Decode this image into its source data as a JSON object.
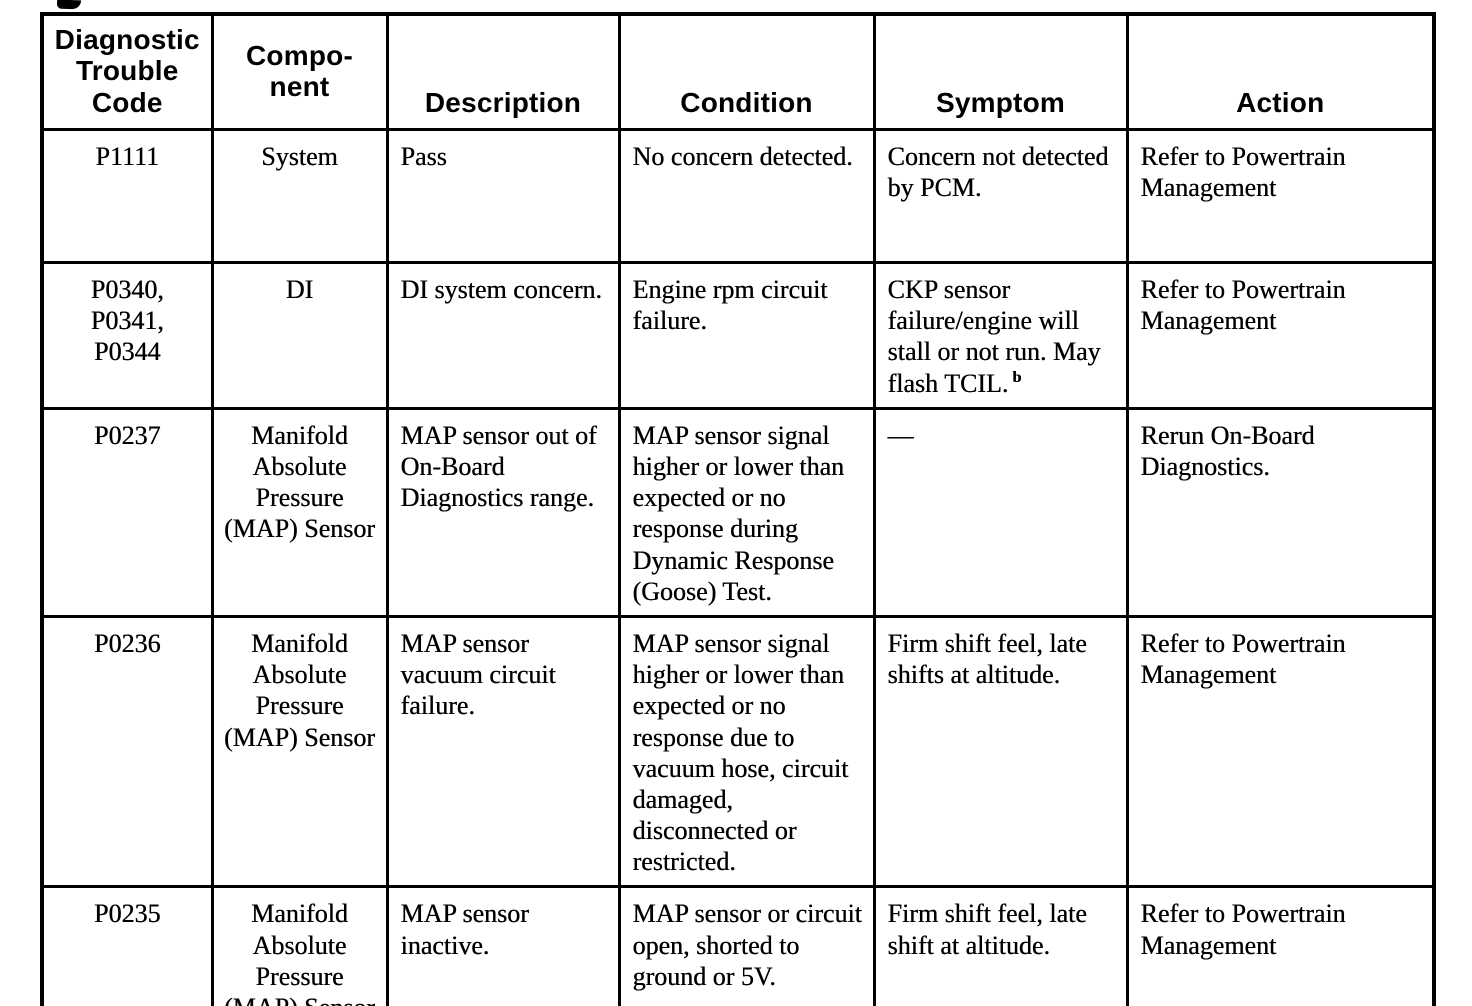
{
  "colors": {
    "ink": "#000000",
    "paper": "#ffffff"
  },
  "table": {
    "columns": [
      {
        "label": "Diagnostic\nTrouble\nCode"
      },
      {
        "label": "Compo-\nnent"
      },
      {
        "label": "Description"
      },
      {
        "label": "Condition"
      },
      {
        "label": "Symptom"
      },
      {
        "label": "Action"
      }
    ],
    "rows": [
      {
        "code": "P1111",
        "component": "System",
        "description": "Pass",
        "condition": "No concern detected.",
        "symptom": "Concern not detected by PCM.",
        "action": "Refer to Powertrain Management"
      },
      {
        "code": "P0340,\nP0341,\nP0344",
        "component": "DI",
        "description": "DI system concern.",
        "condition": "Engine rpm circuit failure.",
        "symptom": "CKP sensor failure/engine will stall or not run. May flash TCIL.",
        "symptom_sup": "b",
        "action": "Refer to Powertrain Management"
      },
      {
        "code": "P0237",
        "component": "Manifold Absolute Pressure (MAP) Sensor",
        "description": "MAP sensor out of On-Board Diagnostics range.",
        "condition": "MAP sensor signal higher or lower than expected or no response during Dynamic Response (Goose) Test.",
        "symptom": "—",
        "action": "Rerun On-Board Diagnostics."
      },
      {
        "code": "P0236",
        "component": "Manifold Absolute Pressure (MAP) Sensor",
        "description": "MAP sensor vacuum circuit failure.",
        "condition": "MAP sensor signal higher or lower than expected or no response due to vacuum hose, circuit damaged, disconnected or restricted.",
        "symptom": "Firm shift feel, late shifts at altitude.",
        "action": "Refer to Powertrain Management"
      },
      {
        "code": "P0235",
        "component": "Manifold Absolute Pressure (MAP) Sensor",
        "description": "MAP sensor inactive.",
        "condition": "MAP sensor or circuit open, shorted to ground or 5V.",
        "symptom": "Firm shift feel, late shift at altitude.",
        "action": "Refer to Powertrain Management"
      }
    ]
  }
}
